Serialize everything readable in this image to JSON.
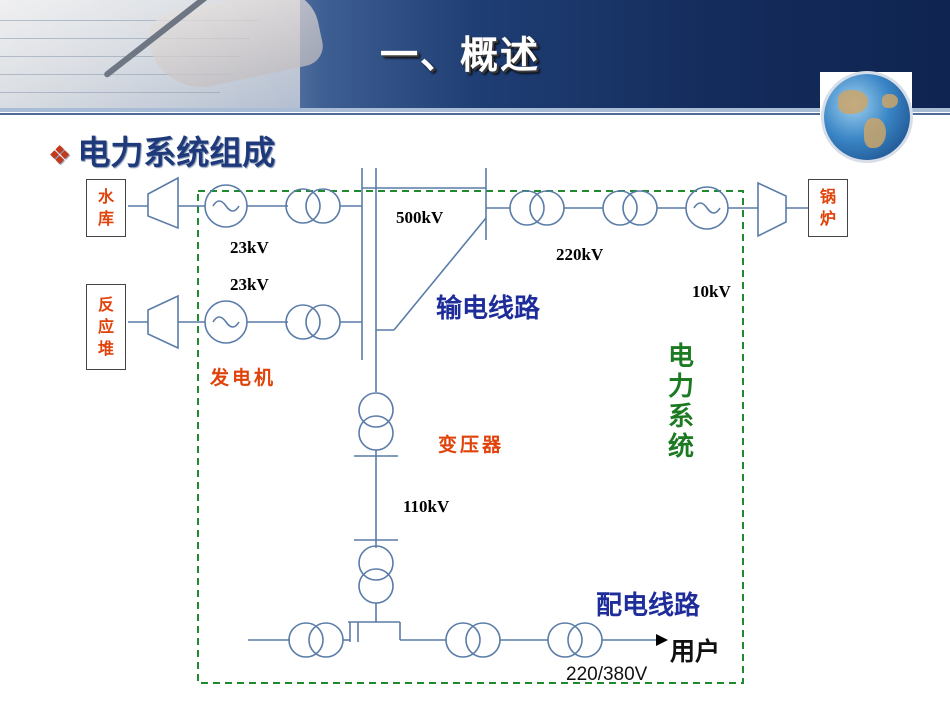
{
  "header": {
    "title": "一、概述"
  },
  "subtitle": {
    "bullet": "❖",
    "text": "电力系统组成"
  },
  "sources": {
    "reservoir": [
      "水",
      "库"
    ],
    "reactor": [
      "反",
      "应",
      "堆"
    ],
    "boiler": [
      "锅",
      "炉"
    ]
  },
  "voltages": {
    "v500": "500kV",
    "v23a": "23kV",
    "v23b": "23kV",
    "v220": "220kV",
    "v10": "10kV",
    "v110": "110kV",
    "v220_380": "220/380V"
  },
  "labels": {
    "transmission_line": "输电线路",
    "generator": "发电机",
    "transformer": "变压器",
    "distribution_line": "配电线路",
    "user": "用户",
    "power_system": [
      "电",
      "力",
      "系",
      "统"
    ]
  },
  "colors": {
    "title_blue": "#1f3a7a",
    "label_red": "#e0420a",
    "label_blue": "#1e2d9a",
    "label_green": "#1c7a22",
    "line_blue": "#5a7ca8",
    "dashed_green": "#1f8a2e"
  },
  "icons": {
    "globe": "globe-icon",
    "bullet": "diamond-bullet-icon"
  }
}
